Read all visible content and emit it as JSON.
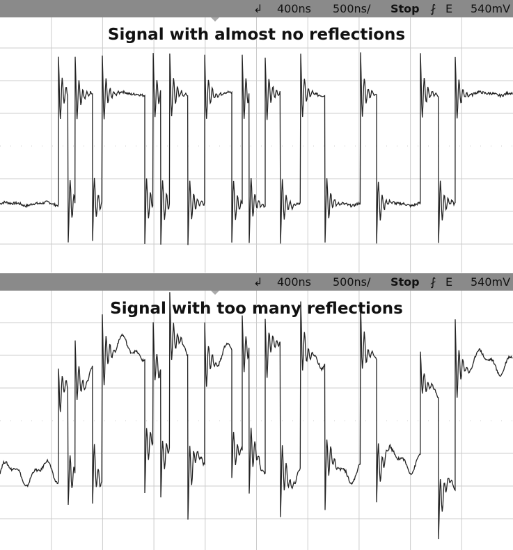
{
  "header": {
    "trigger_pos": "400ns",
    "timebase": "500ns/",
    "status": "Stop",
    "trigger_edge": "rising",
    "trigger_source": "E",
    "trigger_level": "540mV"
  },
  "chart_data": [
    {
      "type": "line",
      "title": "Signal with almost no reflections",
      "x_unit": "ns",
      "xlim": [
        0,
        5000
      ],
      "y_unit": "div",
      "ylim": [
        -4,
        4
      ],
      "grid": true,
      "edges": [
        570,
        665,
        733,
        902,
        997,
        1411,
        1493,
        1567,
        1655,
        1832,
        1995,
        2259,
        2361,
        2429,
        2585,
        2734,
        2931,
        3168,
        3514,
        3670,
        4098,
        4274,
        4437
      ],
      "levels": [
        -1.77,
        1.6,
        -1.77,
        1.6,
        -1.77,
        1.6,
        -1.77,
        1.6,
        -1.77,
        1.6,
        -1.77,
        1.6,
        -1.77,
        1.6,
        -1.77,
        1.6,
        -1.77,
        1.6,
        -1.77,
        1.6,
        -1.77,
        1.6,
        -1.77,
        1.6
      ],
      "wobble": 0.05
    },
    {
      "type": "line",
      "title": "Signal with too many reflections",
      "x_unit": "ns",
      "xlim": [
        0,
        5000
      ],
      "y_unit": "div",
      "ylim": [
        -4,
        4
      ],
      "grid": true,
      "edges": [
        570,
        665,
        733,
        902,
        997,
        1411,
        1493,
        1567,
        1655,
        1832,
        1995,
        2259,
        2361,
        2429,
        2585,
        2734,
        2931,
        3168,
        3514,
        3670,
        4098,
        4274,
        4437
      ],
      "levels": [
        -1.6,
        1.0,
        -1.8,
        1.4,
        -1.8,
        2.2,
        -1.0,
        1.8,
        -1.0,
        2.4,
        -1.4,
        2.0,
        -0.8,
        2.2,
        -1.2,
        2.2,
        -1.6,
        2.0,
        -1.5,
        2.0,
        -1.2,
        1.0,
        -2.2,
        1.8
      ],
      "wobble": 0.35
    }
  ]
}
